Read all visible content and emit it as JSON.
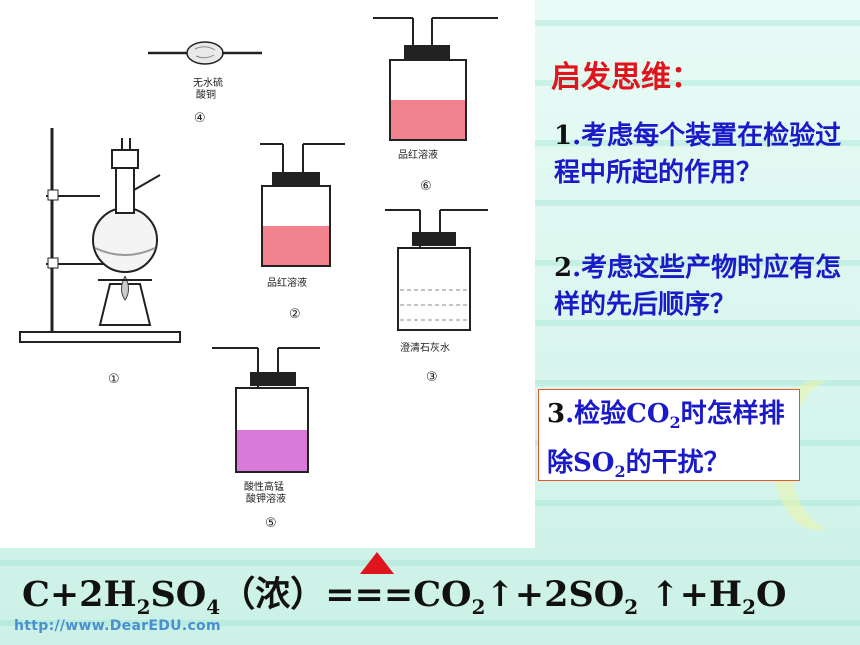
{
  "hints": {
    "title": "启发思维：",
    "item1": {
      "num": "1",
      "text": ".考虑每个装置在检验过程中所起的作用？"
    },
    "item2": {
      "num": "2",
      "text": ".考虑这些产物时应有怎样的先后顺序？"
    },
    "item3": {
      "num": "3",
      "p1": ".检验CO",
      "p1_sub": "2",
      "p2": "时怎样排除SO",
      "p2_sub": "2",
      "p3": "的干扰？"
    }
  },
  "apparatus": {
    "a1": {
      "number": "①"
    },
    "a2": {
      "number": "②",
      "label": "品红溶液"
    },
    "a3": {
      "number": "③",
      "label": "澄清石灰水"
    },
    "a4": {
      "number": "④",
      "label_line1": "无水硫",
      "label_line2": "酸铜"
    },
    "a5": {
      "number": "⑤",
      "label_line1": "酸性高锰",
      "label_line2": "酸钾溶液"
    },
    "a6": {
      "number": "⑥",
      "label": "品红溶液"
    }
  },
  "equation": {
    "p1": "C+2H",
    "s1": "2",
    "p2": "SO",
    "s2": "4",
    "p3": "（浓）===CO",
    "s3": "2",
    "p4": "↑+2SO",
    "s4": "2",
    "p5": " ↑+H",
    "s5": "2",
    "p6": "O"
  },
  "watermark": "http://www.DearEDU.com",
  "colors": {
    "pink_solution": "#f2838e",
    "purple_solution": "#d77ad8",
    "title_red": "#e0141c",
    "hint_blue": "#1a1ac8"
  }
}
